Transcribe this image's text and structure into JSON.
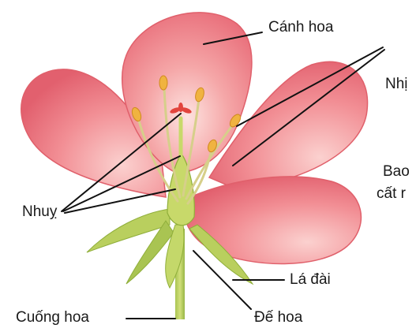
{
  "labels": {
    "petal": "Cánh hoa",
    "stamen": "Nhị",
    "pistil": "Nhuỵ",
    "sepal": "Lá đài",
    "receptacle": "Đế hoa",
    "pedicel": "Cuống hoa",
    "side_text_line1": "Bao",
    "side_text_line2": "cất r"
  },
  "colors": {
    "petal_fill": "#ef7f86",
    "petal_light": "#fbd1cf",
    "petal_edge": "#e0606b",
    "stamen_filament": "#d6cf8a",
    "anther": "#f0b340",
    "leaf_green": "#b9cf5e",
    "leaf_dark": "#8fae3a",
    "pistil_red": "#e2453d",
    "line": "#111111"
  }
}
